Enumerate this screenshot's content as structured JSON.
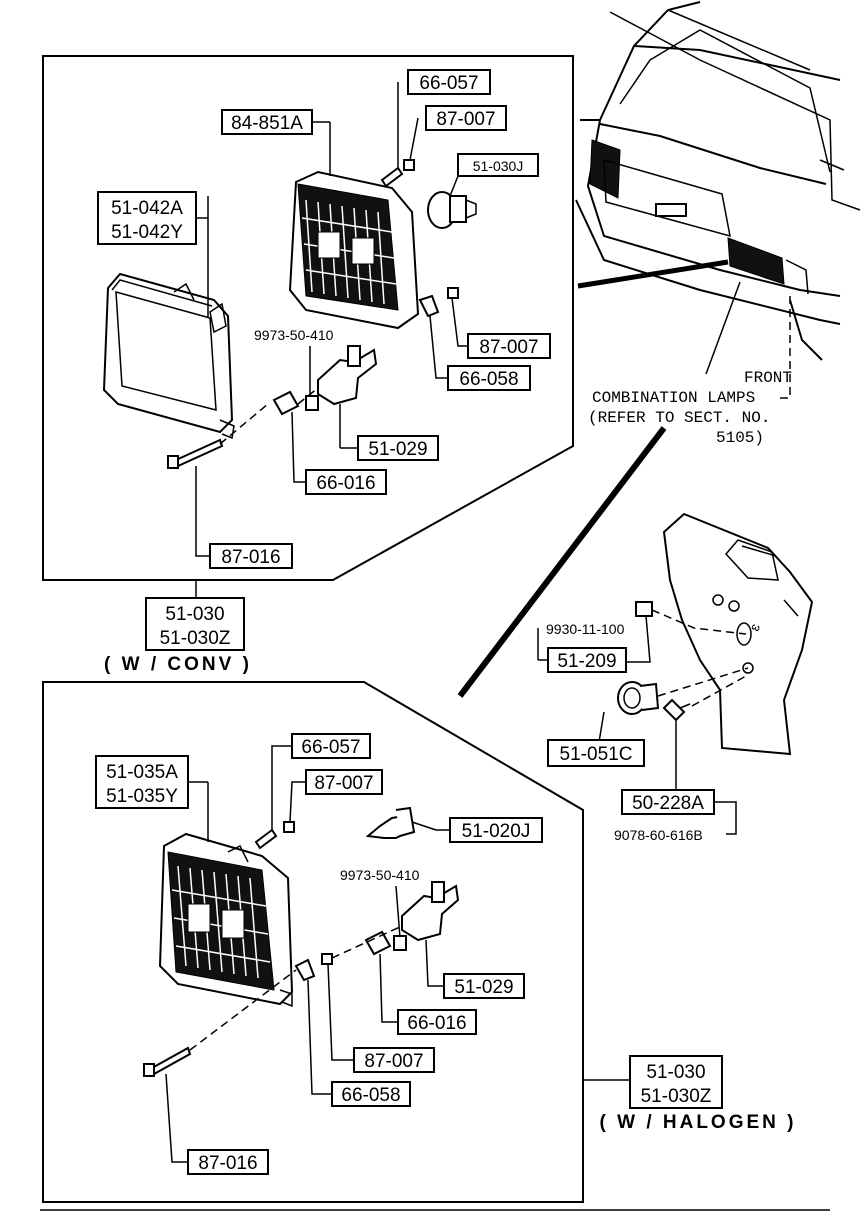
{
  "diagram": {
    "top_group": {
      "caption": "( W / CONV )",
      "assembly_labels": [
        "51-030",
        "51-030Z"
      ],
      "parts": {
        "lamp_unit": "84-851A",
        "screw_top": "66-057",
        "nut_top": "87-007",
        "bulb": "51-030J",
        "bezel": [
          "51-042A",
          "51-042Y"
        ],
        "socket_code": "9973-50-410",
        "nut_right": "87-007",
        "clip": "66-058",
        "socket": "51-029",
        "spring": "66-016",
        "bolt": "87-016"
      }
    },
    "bottom_group": {
      "caption": "( W / HALOGEN )",
      "assembly_labels": [
        "51-030",
        "51-030Z"
      ],
      "parts": {
        "lamp_unit": [
          "51-035A",
          "51-035Y"
        ],
        "screw_top": "66-057",
        "nut_top": "87-007",
        "bulb": "51-020J",
        "socket_code": "9973-50-410",
        "socket": "51-029",
        "spring": "66-016",
        "nut_lower": "87-007",
        "clip": "66-058",
        "bolt": "87-016"
      }
    },
    "vehicle_callout": {
      "line1": "FRONT",
      "line2": "COMBINATION LAMPS",
      "line3": "(REFER TO SECT. NO.",
      "line4": "5105)"
    },
    "side_lamp": {
      "grommet_code": "9930-11-100",
      "grommet": "51-209",
      "socket": "51-051C",
      "screw": "50-228A",
      "screw_code": "9078-60-616B"
    }
  }
}
